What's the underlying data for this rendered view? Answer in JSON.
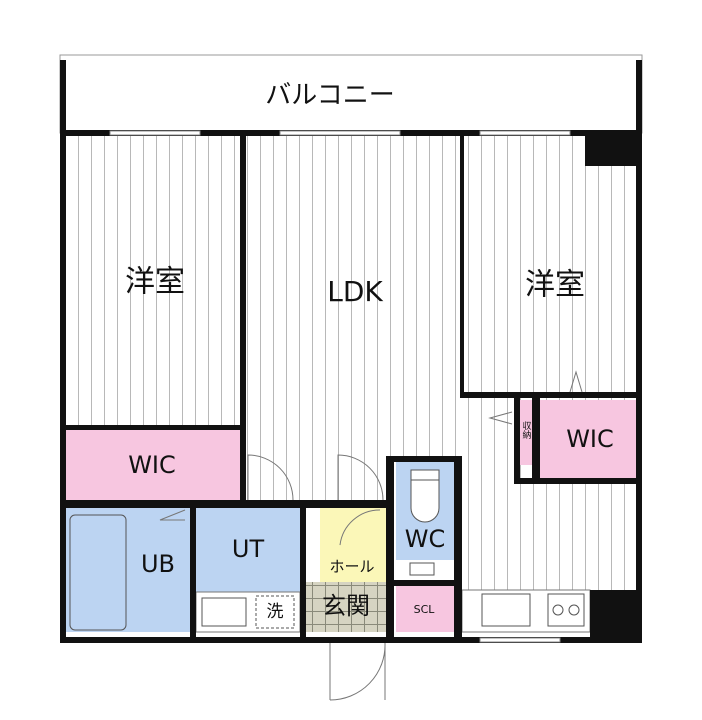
{
  "rooms": {
    "balcony": "バルコニー",
    "western_left": "洋室",
    "ldk": "LDK",
    "western_right": "洋室",
    "wic_left": "WIC",
    "wic_right": "WIC",
    "storage": "収納",
    "ub": "UB",
    "ut": "UT",
    "washer": "洗",
    "hall": "ホール",
    "wc": "WC",
    "entrance": "玄関",
    "scl": "SCL"
  },
  "colors": {
    "wall": "#111111",
    "wic": "#f7c6e0",
    "bath": "#bcd4f2",
    "hall": "#fbf7b8",
    "entrance": "#d6d4c2",
    "floor_line": "#b8b8b8"
  }
}
